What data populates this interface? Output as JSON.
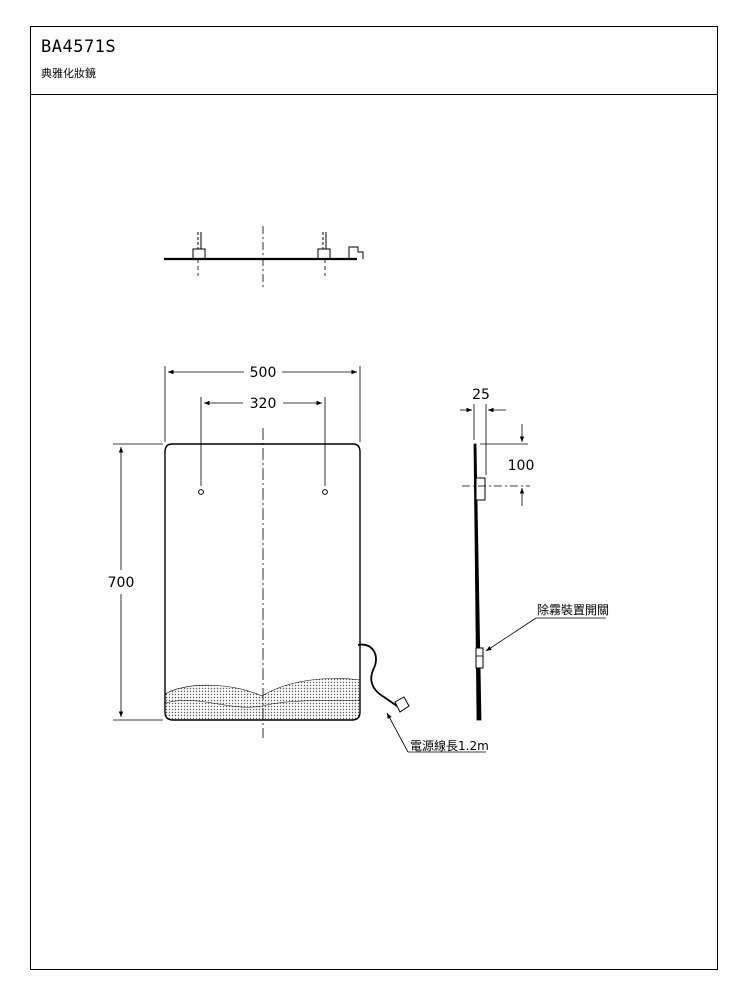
{
  "header": {
    "model": "BA4571S",
    "product_name": "典雅化妝鏡"
  },
  "dimensions": {
    "width": "500",
    "hole_spacing": "320",
    "height": "700",
    "thickness": "25",
    "hole_offset": "100"
  },
  "callouts": {
    "cord_length": "電源線長1.2m",
    "defog_switch": "除霧裝置開關"
  }
}
